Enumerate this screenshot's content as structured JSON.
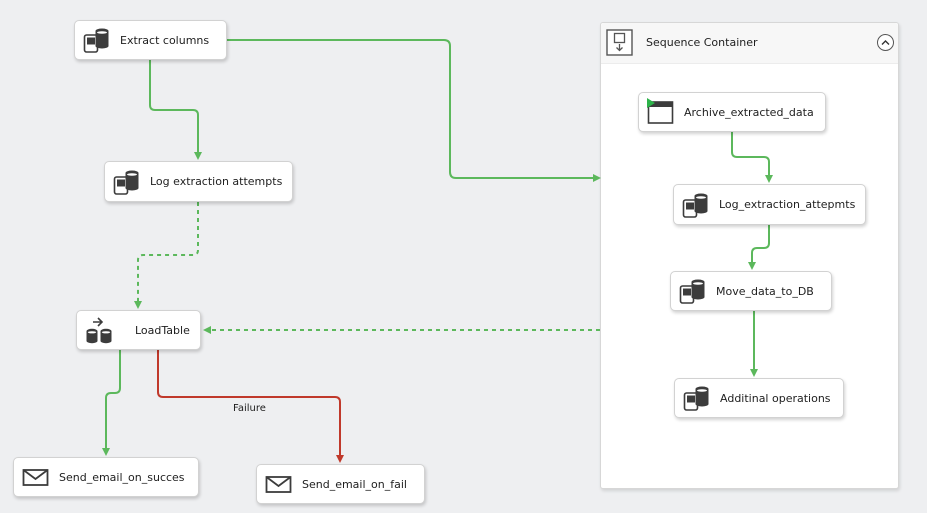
{
  "tasks": {
    "extract_columns": {
      "label": "Extract columns",
      "icon": "sql-task-icon"
    },
    "log_extraction_attempts": {
      "label": "Log extraction attempts",
      "icon": "sql-task-icon"
    },
    "load_table": {
      "label": "LoadTable",
      "icon": "data-flow-task-icon"
    },
    "send_email_success": {
      "label": "Send_email_on_succes",
      "icon": "mail-icon"
    },
    "send_email_fail": {
      "label": "Send_email_on_fail",
      "icon": "mail-icon"
    }
  },
  "container": {
    "title": "Sequence Container",
    "icon": "sequence-container-icon",
    "collapse_icon": "chevron-up-icon",
    "tasks": {
      "archive_extracted_data": {
        "label": "Archive_extracted_data",
        "icon": "execute-process-task-icon"
      },
      "log_extraction_attempts": {
        "label": "Log_extraction_attepmts",
        "icon": "sql-task-icon"
      },
      "move_data_to_db": {
        "label": "Move_data_to_DB",
        "icon": "sql-task-icon"
      },
      "additional_operations": {
        "label": "Additinal operations",
        "icon": "sql-task-icon"
      }
    }
  },
  "precedence": {
    "failure_label": "Failure",
    "colors": {
      "success": "#5cb85c",
      "failure": "#c0392b",
      "completion": "#5cb85c"
    }
  },
  "colors": {
    "canvas": "#eeeff1",
    "task_bg": "#ffffff",
    "task_border": "#d2d2d2",
    "icon": "#3c3c3c"
  }
}
